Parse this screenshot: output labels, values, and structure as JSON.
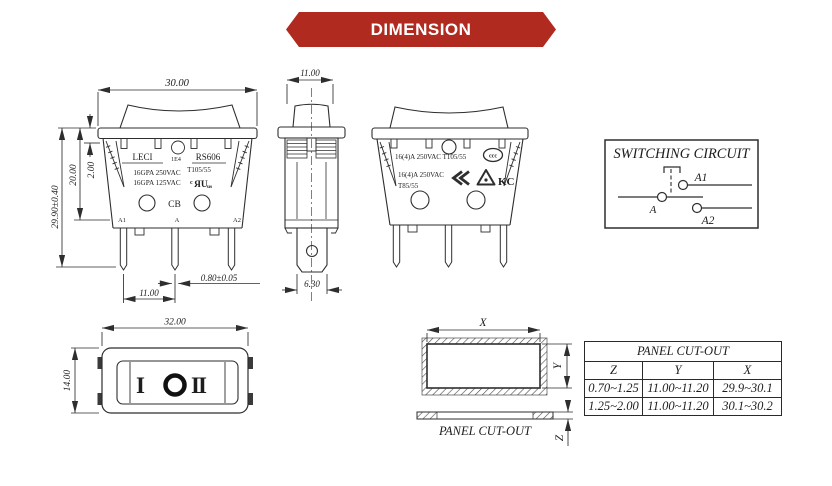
{
  "banner": {
    "label": "DIMENSION",
    "bg_color": "#b02a20",
    "fg_color": "#ffffff"
  },
  "colors": {
    "line": "#2e2e2e",
    "tab_fill": "#3a3a3a"
  },
  "front_view": {
    "dim_width": "30.00",
    "dim_total_height": "29.90±0.40",
    "dim_body_height": "20.00",
    "dim_flange_thickness": "2.00",
    "dim_pin_spacing": "11.00",
    "dim_pin_thickness": "0.80±0.05",
    "brand": "LECI",
    "cert_file": "1E4",
    "model": "RS606",
    "rating1": "16GPA 250VAC",
    "temp1": "T105/55",
    "rating2": "16GPA 125VAC",
    "cb_mark": "CB",
    "ul_prefix": "c",
    "ul_core": "ЯU",
    "ul_suffix": "us",
    "terminal_a1": "A1",
    "terminal_a": "A",
    "terminal_a2": "A2"
  },
  "side_view": {
    "dim_width": "11.00",
    "dim_terminal_width": "6.30"
  },
  "front_view2": {
    "rating1": "16(4)A  250VAC  T105/55",
    "rating2": "16(4)A 250VAC",
    "temp2": "T85/55",
    "ccc_mark": "ccc",
    "kc_mark": "KC"
  },
  "circuit": {
    "title": "SWITCHING CIRCUIT",
    "a1": "A1",
    "a": "A",
    "a2": "A2"
  },
  "top_view": {
    "dim_width": "32.00",
    "dim_height": "14.00",
    "sym_on": "I",
    "sym_on2": "II"
  },
  "cutout": {
    "label_x": "X",
    "label_y": "Y",
    "label_z": "Z",
    "caption": "PANEL CUT-OUT"
  },
  "table": {
    "title": "PANEL CUT-OUT",
    "headers": [
      "Z",
      "Y",
      "X"
    ],
    "rows": [
      [
        "0.70~1.25",
        "11.00~11.20",
        "29.9~30.1"
      ],
      [
        "1.25~2.00",
        "11.00~11.20",
        "30.1~30.2"
      ]
    ]
  }
}
